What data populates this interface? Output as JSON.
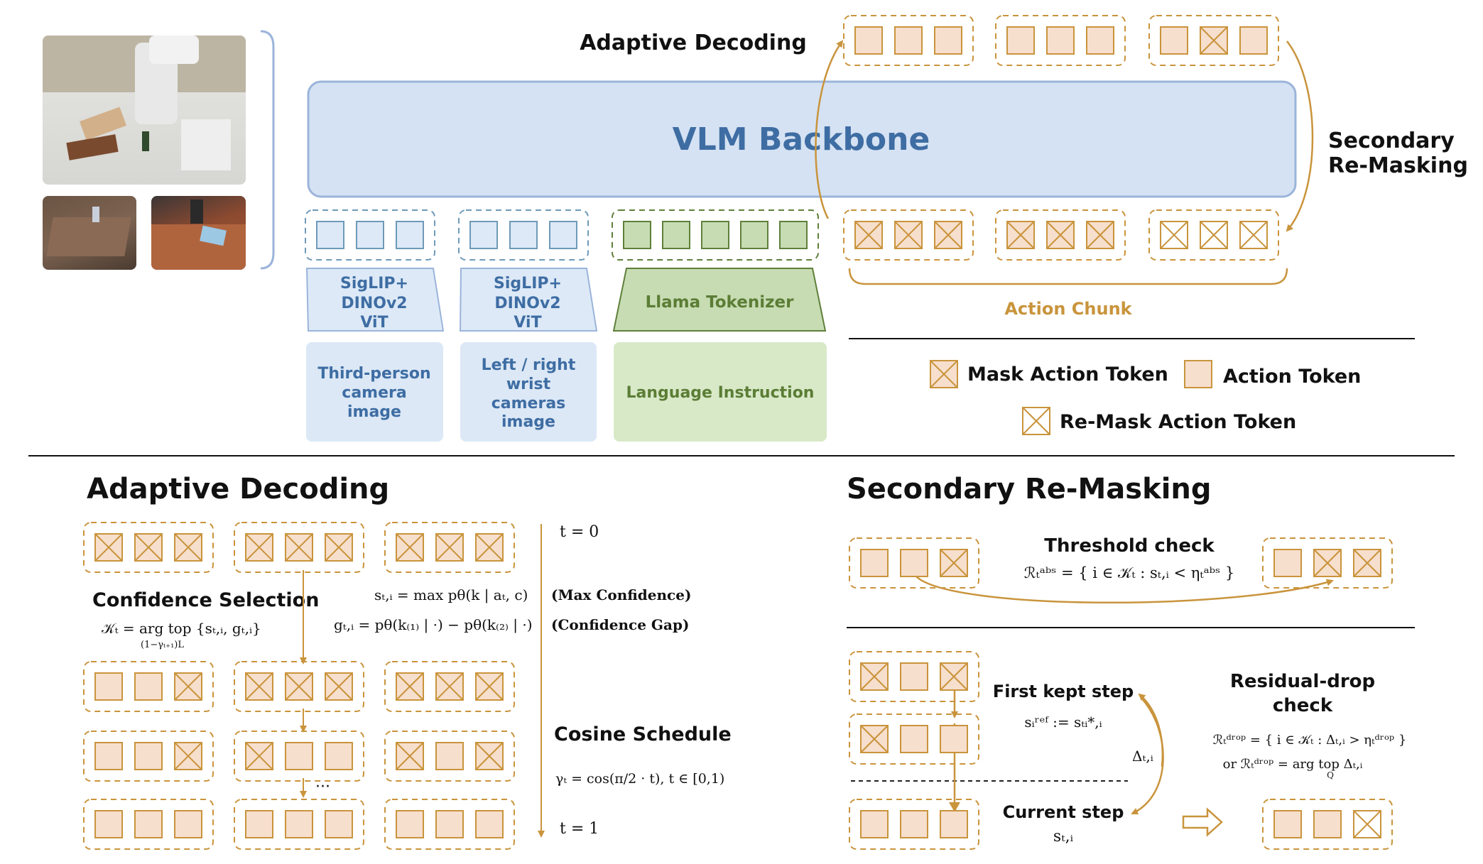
{
  "top": {
    "adaptive_decoding_title": "Adaptive Decoding",
    "vlm_backbone": "VLM Backbone",
    "secondary_remasking": [
      "Secondary",
      "Re-Masking"
    ],
    "action_chunk": "Action Chunk",
    "encoders": {
      "third_person": [
        "SigLIP+",
        "DINOv2",
        "ViT"
      ],
      "wrist": [
        "SigLIP+",
        "DINOv2",
        "ViT"
      ],
      "tokenizer": "Llama Tokenizer"
    },
    "inputs": {
      "third_person": [
        "Third-person",
        "camera",
        "image"
      ],
      "wrist": [
        "Left / right",
        "wrist",
        "cameras",
        "image"
      ],
      "language": "Language Instruction"
    },
    "legend": {
      "mask": "Mask Action Token",
      "action": "Action Token",
      "remask": "Re-Mask Action Token"
    }
  },
  "bottom_left": {
    "title": "Adaptive Decoding",
    "confidence_selection": "Confidence Selection",
    "kt_formula": "𝒦ₜ = arg top {sₜ,ᵢ, gₜ,ᵢ}",
    "kt_sub": "(1−γₜ₊₁)L",
    "max_conf_formula": "sₜ,ᵢ = max pθ(k | aₜ, c)",
    "max_conf_label": "(Max Confidence)",
    "gap_formula": "gₜ,ᵢ = pθ(k₍₁₎ | ·) − pθ(k₍₂₎ | ·)",
    "gap_label": "(Confidence Gap)",
    "cosine_title": "Cosine Schedule",
    "cosine_formula": "γₜ = cos(π/2 · t),  t ∈ [0,1)",
    "t0": "t = 0",
    "t1": "t = 1",
    "ellipsis": "···"
  },
  "bottom_right": {
    "title": "Secondary Re-Masking",
    "threshold_title": "Threshold check",
    "threshold_formula": "ℛₜᵃᵇˢ = { i ∈ 𝒦ₜ : sₜ,ᵢ < ηₜᵃᵇˢ }",
    "first_kept": "First kept step",
    "sref_formula": "sᵢʳᵉᶠ := sₜᵢ*,ᵢ",
    "delta": "Δₜ,ᵢ",
    "current_step": "Current step",
    "sti": "sₜ,ᵢ",
    "residual_title": [
      "Residual-drop",
      "check"
    ],
    "residual_formula1": "ℛₜᵈʳᵒᵖ = { i ∈ 𝒦ₜ : Δₜ,ᵢ > ηₜᵈʳᵒᵖ }",
    "residual_formula2": "or  ℛₜᵈʳᵒᵖ = arg top Δₜ,ᵢ",
    "residual_sub": "Q"
  },
  "colors": {
    "orange": "#c9943c",
    "orange_fill": "#f7dfcd",
    "vlm_fill": "#d5e2f3",
    "vlm_stroke": "#9bb4da",
    "vlm_text": "#3e6da3",
    "blue_dash": "#6e9ab8",
    "blue_fill": "#dde9f7",
    "green_dash": "#5f7f3a",
    "green_fill": "#c7dcb3",
    "green_text": "#5b7d35",
    "input_blue": "#dce8f6",
    "input_green": "#d8e9c8"
  }
}
